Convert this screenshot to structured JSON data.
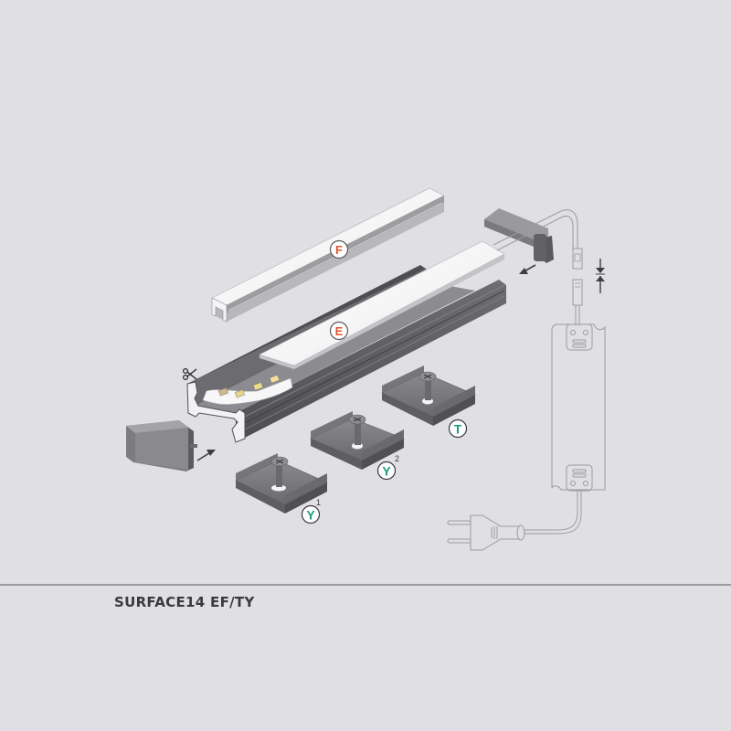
{
  "product": {
    "title": "SURFACE14 EF/TY"
  },
  "colors": {
    "background": "#e0dfe4",
    "divider": "#9a999e",
    "title_text": "#3a3a3c",
    "label_red": "#e0562f",
    "label_green": "#1f9b7e",
    "profile_dark": "#5c5c60",
    "profile_mid": "#7a7a7e",
    "cover_white": "#f7f7f8",
    "line_art": "#9c9ca0"
  },
  "parts": {
    "cover_f": {
      "label": "F",
      "name": "Cover F"
    },
    "cover_e": {
      "label": "E",
      "name": "Cover E"
    },
    "mount_t": {
      "label": "T",
      "name": "Mounting clip T"
    },
    "mount_y2": {
      "label": "Y",
      "superscript": "2",
      "name": "Mounting clip Y2"
    },
    "mount_y1": {
      "label": "Y",
      "superscript": "1",
      "name": "Mounting clip Y1"
    },
    "end_cap_left": {
      "name": "End cap (solid)"
    },
    "end_cap_right": {
      "name": "End cap with cable hole"
    },
    "led_strip": {
      "name": "LED strip"
    },
    "power_supply": {
      "name": "LED power supply"
    },
    "plug": {
      "name": "Mains plug"
    },
    "connector": {
      "name": "Cable connector"
    }
  },
  "icons": {
    "scissors": "scissors-icon",
    "arrow_left_cap": "arrow-up-right-icon",
    "arrow_right_cap": "arrow-down-left-icon",
    "connect_arrows": "compress-arrows-icon"
  }
}
